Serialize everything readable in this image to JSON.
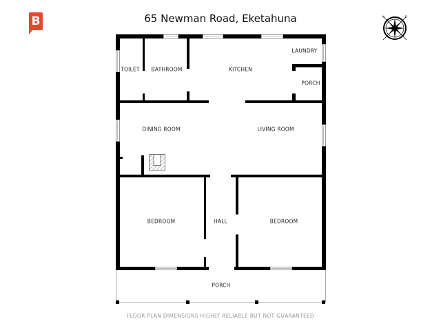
{
  "header": {
    "title": "65 Newman Road, Eketahuna",
    "logo_letter": "B",
    "brand_color": "#e8472e"
  },
  "compass": {
    "icon": "compass-rose-icon"
  },
  "rooms": {
    "toilet": "TOILET",
    "bathroom": "BATHROOM",
    "kitchen": "KITCHEN",
    "laundry": "LAUNDRY",
    "porch_back": "PORCH",
    "dining": "DINING ROOM",
    "living": "LIVING ROOM",
    "bedroom_left": "BEDROOM",
    "hall": "HALL",
    "bedroom_right": "BEDROOM",
    "porch_front": "PORCH"
  },
  "footer": {
    "disclaimer": "FLOOR PLAN DIMENSIONS HIGHLY RELIABLE BUT NOT GUARANTEED"
  }
}
